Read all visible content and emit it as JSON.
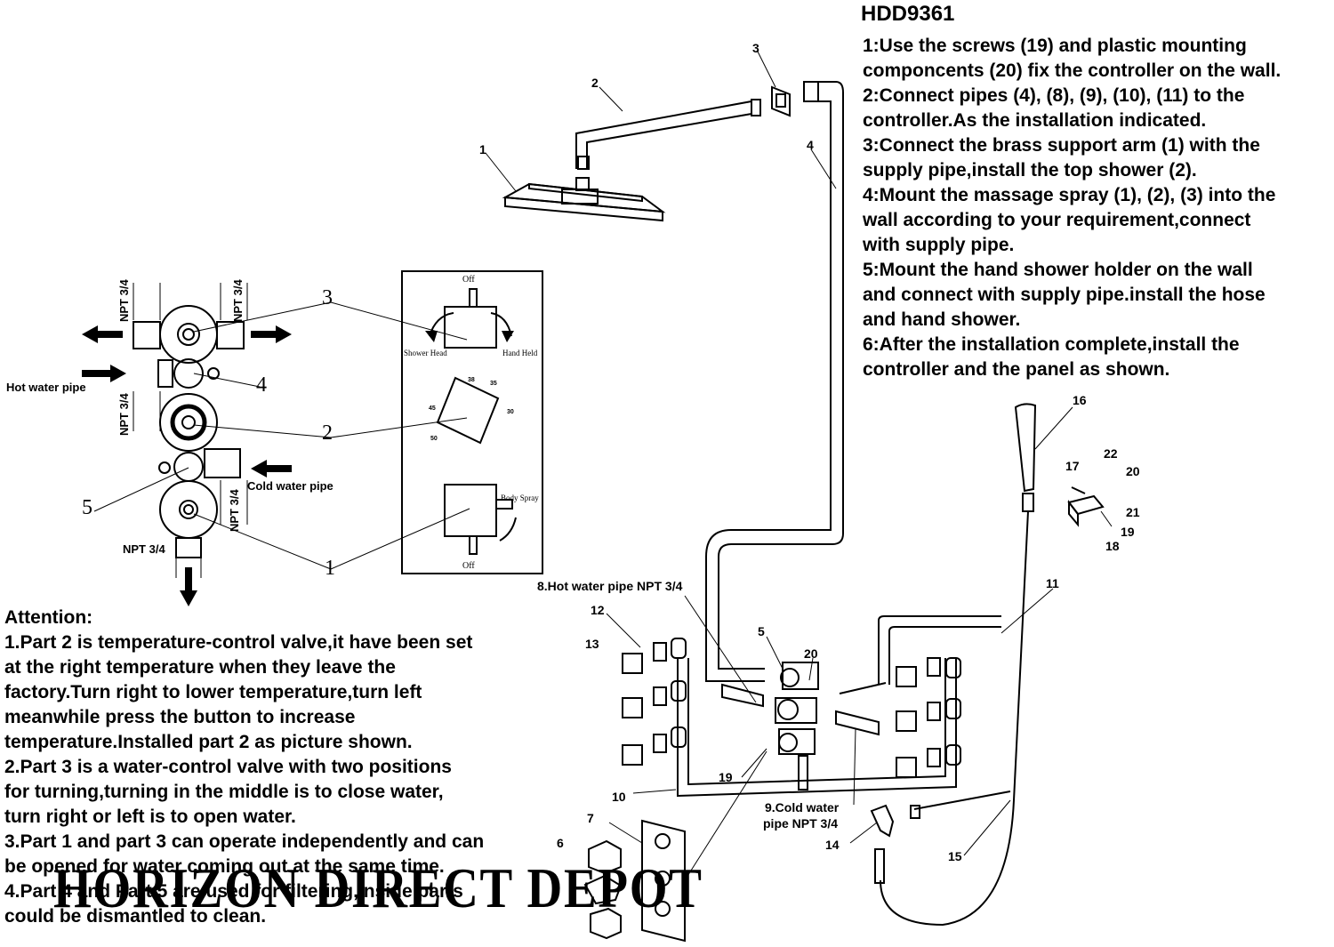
{
  "model": "HDD9361",
  "steps": [
    "1:Use the screws (19) and plastic mounting",
    "componcents (20) fix the controller on the wall.",
    "2:Connect pipes (4), (8), (9), (10), (11) to the",
    "controller.As the installation indicated.",
    "3:Connect the brass support arm (1) with the",
    "supply pipe,install the top shower (2).",
    "4:Mount the massage spray (1), (2), (3) into the",
    "wall according to your requirement,connect",
    "with supply pipe.",
    "5:Mount the hand shower holder on the wall",
    "and connect with supply pipe.install the hose",
    "and hand shower.",
    "6:After the installation complete,install the",
    "controller and the panel as shown."
  ],
  "attention": {
    "title": "Attention:",
    "lines": [
      "1.Part 2 is temperature-control valve,it have been set",
      "at the right temperature when they leave the",
      "factory.Turn right to lower temperature,turn left",
      "meanwhile press the button to increase",
      "temperature.Installed part 2 as picture shown.",
      "2.Part 3 is a water-control valve with two positions",
      "for turning,turning in the middle is to close water,",
      "turn right or left is to open water.",
      "3.Part 1 and part 3 can operate independently and can",
      "be opened for water coming out at the same time.",
      "4.Part 4 and Part 5 are used for filtering,inside parts",
      "could be dismantled to clean."
    ]
  },
  "watermark": "HORIZON DIRECT DEPOT",
  "valve_labels": {
    "hot": "Hot water pipe",
    "cold": "Cold water pipe",
    "npt": "NPT 3/4",
    "n3": "3",
    "n4": "4",
    "n2": "2",
    "n5": "5",
    "n1": "1"
  },
  "panel_labels": {
    "off_top": "Off",
    "shower_head": "Shower Head",
    "hand_held": "Hand Held",
    "body_spray": "Body Spray",
    "off_bottom": "Off",
    "t38": "38",
    "t35": "35",
    "t30": "30",
    "t45": "45",
    "t50": "50"
  },
  "parts": {
    "p1": "1",
    "p2": "2",
    "p3": "3",
    "p4": "4",
    "p5": "5",
    "p6": "6",
    "p7": "7",
    "p10": "10",
    "p11": "11",
    "p12": "12",
    "p13": "13",
    "p14": "14",
    "p15": "15",
    "p16": "16",
    "p17": "17",
    "p18": "18",
    "p19": "19",
    "p19b": "19",
    "p20": "20",
    "p20b": "20",
    "p21": "21",
    "p22": "22",
    "hot_pipe": "8.Hot water pipe NPT 3/4",
    "cold_pipe_1": "9.Cold water",
    "cold_pipe_2": "pipe NPT 3/4"
  }
}
